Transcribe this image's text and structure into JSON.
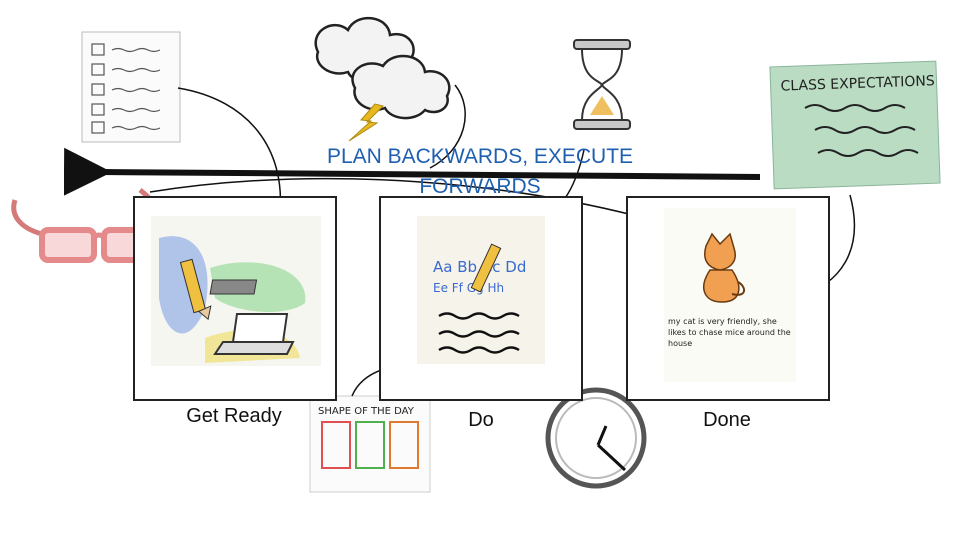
{
  "title": "PLAN BACKWARDS, EXECUTE FORWARDS",
  "stages": [
    {
      "label": "Get Ready"
    },
    {
      "label": "Do"
    },
    {
      "label": "Done"
    }
  ],
  "sketches": {
    "expectations_heading": "CLASS EXPECTATIONS",
    "shape_of_day_heading": "SHAPE OF THE DAY",
    "alphabet_line1": "Aa Bb Cc Dd",
    "alphabet_line2": "Ee Ff Gg Hh",
    "done_note": "my cat is very friendly, she likes to chase mice around the house"
  },
  "colors": {
    "title": "#1f5fb0",
    "glasses": "#e48a8a",
    "expectations_bg": "#b9dcc3",
    "sand": "#f0c060",
    "lightning": "#e8b820",
    "cat": "#f0a050"
  }
}
